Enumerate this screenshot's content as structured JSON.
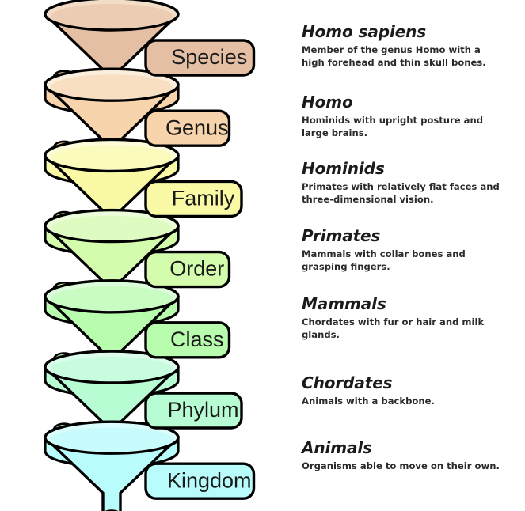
{
  "diagram": {
    "title": "Taxonomic classification funnel diagram",
    "background_color": "#ffffff",
    "outline_color": "#000000",
    "levels": [
      {
        "label": "Species",
        "color": "#e5bfa3",
        "rim_color": "#f4ddc8",
        "name": "Homo sapiens",
        "description": "Member of the genus Homo with a\nhigh forehead and thin skull bones."
      },
      {
        "label": "Genus",
        "color": "#f7d4ab",
        "rim_color": "#fbeedc",
        "name": "Homo",
        "description": "Hominids with upright posture and\nlarge brains."
      },
      {
        "label": "Family",
        "color": "#f9f9a6",
        "rim_color": "#fdfddc",
        "name": "Hominids",
        "description": "Primates with relatively flat faces and\nthree-dimensional  vision."
      },
      {
        "label": "Order",
        "color": "#d4fcad",
        "rim_color": "#ecfddc",
        "name": "Primates",
        "description": "Mammals with collar bones and\ngrasping fingers."
      },
      {
        "label": "Class",
        "color": "#b8fcad",
        "rim_color": "#dcfddc",
        "name": "Mammals",
        "description": "Chordates with fur or hair and milk\nglands."
      },
      {
        "label": "Phylum",
        "color": "#b8fcd4",
        "rim_color": "#dcfdec",
        "name": "Chordates",
        "description": "Animals with a backbone."
      },
      {
        "label": "Kingdom",
        "color": "#b8fcfc",
        "rim_color": "#dcfdfd",
        "name": "Animals",
        "description": "Organisms able to move on their own."
      }
    ]
  }
}
